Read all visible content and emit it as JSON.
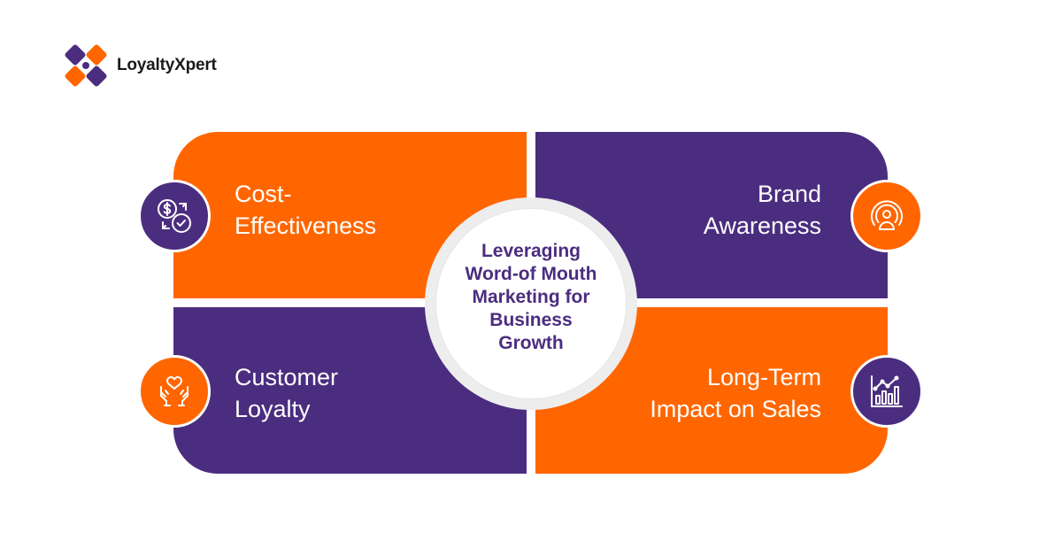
{
  "brand": {
    "name": "LoyaltyXpert"
  },
  "colors": {
    "orange": "#ff6600",
    "purple": "#4b2d7f",
    "white": "#ffffff"
  },
  "center": {
    "title": "Leveraging\nWord-of Mouth\nMarketing for\nBusiness\nGrowth"
  },
  "panels": [
    {
      "label": "Cost-\nEffectiveness",
      "icon": "dollar-exchange-check-icon",
      "color": "orange"
    },
    {
      "label": "Brand\nAwareness",
      "icon": "person-broadcast-icon",
      "color": "purple"
    },
    {
      "label": "Customer\nLoyalty",
      "icon": "hands-heart-icon",
      "color": "purple"
    },
    {
      "label": "Long-Term\nImpact on Sales",
      "icon": "growth-chart-icon",
      "color": "orange"
    }
  ]
}
